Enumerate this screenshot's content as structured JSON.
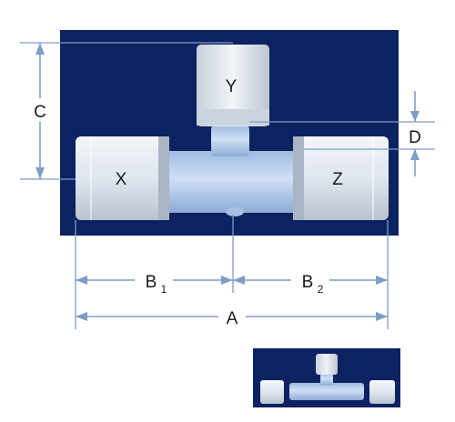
{
  "colors": {
    "photo_background": "#0d2260",
    "dimension_line": "#7e9cc8",
    "fitting_body": "#bcd2ee",
    "nut": "#dfe6ee",
    "label_text": "#1a1a1a"
  },
  "labels": {
    "port_top": "Y",
    "port_left": "X",
    "port_right": "Z",
    "dim_c": "C",
    "dim_d": "D",
    "dim_b1_main": "B",
    "dim_b1_sub": "1",
    "dim_b2_main": "B",
    "dim_b2_sub": "2",
    "dim_a": "A"
  },
  "icons": {
    "inset": "disassembled-tee-fitting-icon"
  }
}
